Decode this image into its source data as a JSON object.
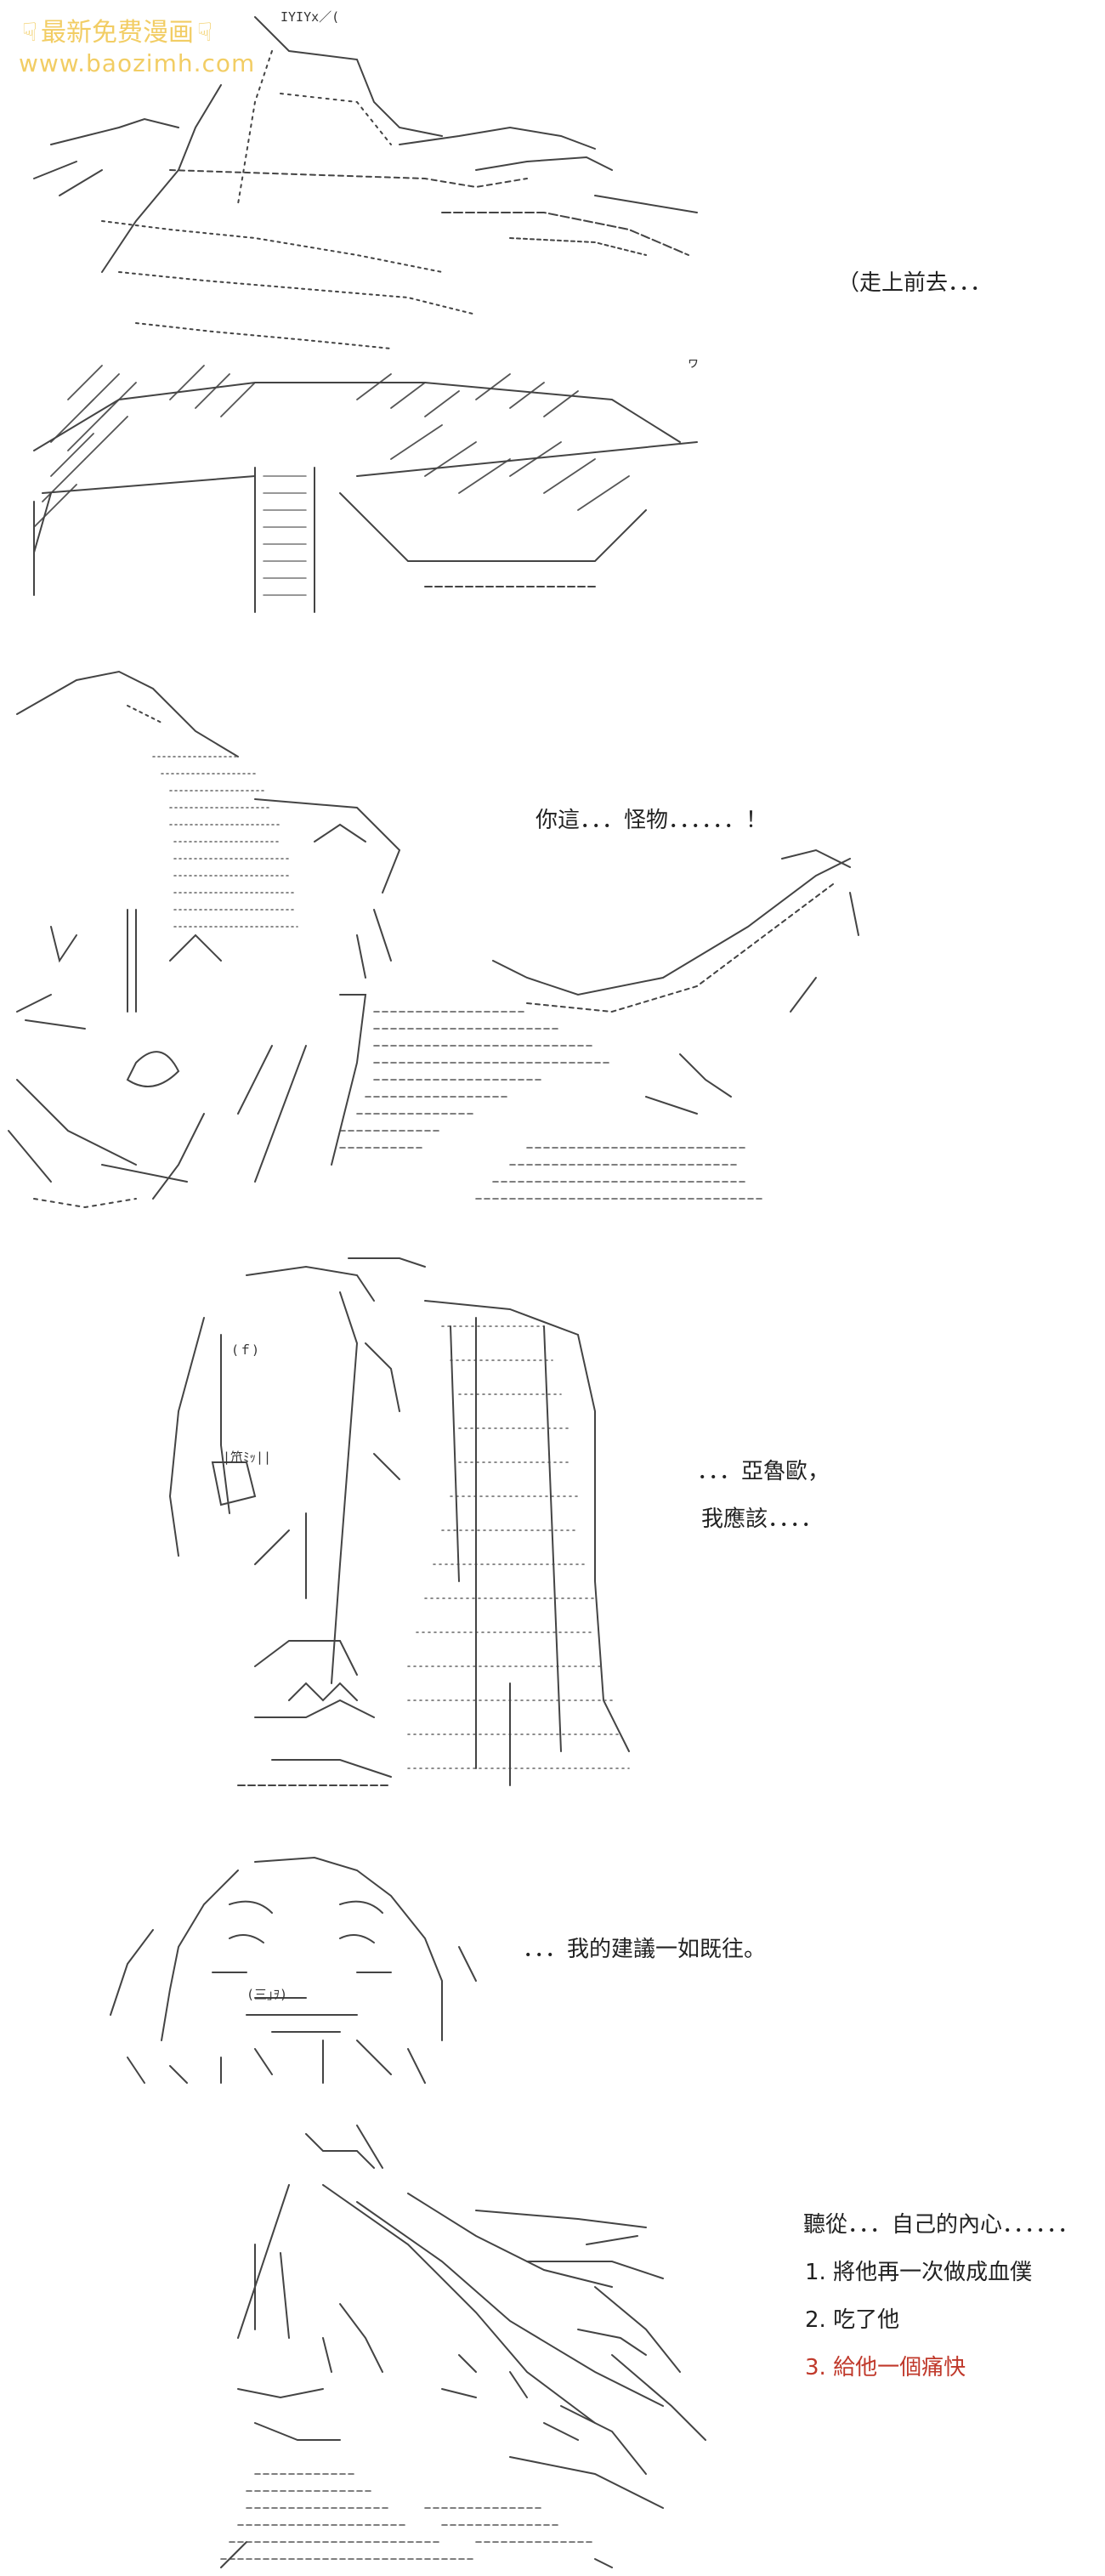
{
  "watermark": {
    "title": "最新免费漫画",
    "url": "www.baozimh.com",
    "icon": "pointing-hand-icon",
    "color": "#f0c54a"
  },
  "panels": [
    {
      "dialog": [
        "（走上前去．．．"
      ]
    },
    {
      "dialog": [
        "你這．．．怪物．．．．．．！"
      ]
    },
    {
      "dialog": [
        "．．．亞魯歐，",
        "我應該．．．．"
      ]
    },
    {
      "dialog": [
        "．．．我的建議一如既往。"
      ]
    },
    {
      "dialog": [
        "聽從．．．自己的內心．．．．．．"
      ],
      "options": [
        "1. 將他再一次做成血僕",
        "2. 吃了他",
        "3. 給他一個痛快"
      ],
      "highlight_color": "#c0392b"
    }
  ],
  "ascii_fragments": {
    "p1_top": "IYIYx／(",
    "p1_right": "ヮ",
    "p3_symbol": "(ｆ)",
    "p3_label": "|笊ﾐｯ||",
    "p4_face": "(三｣ｦ)"
  }
}
